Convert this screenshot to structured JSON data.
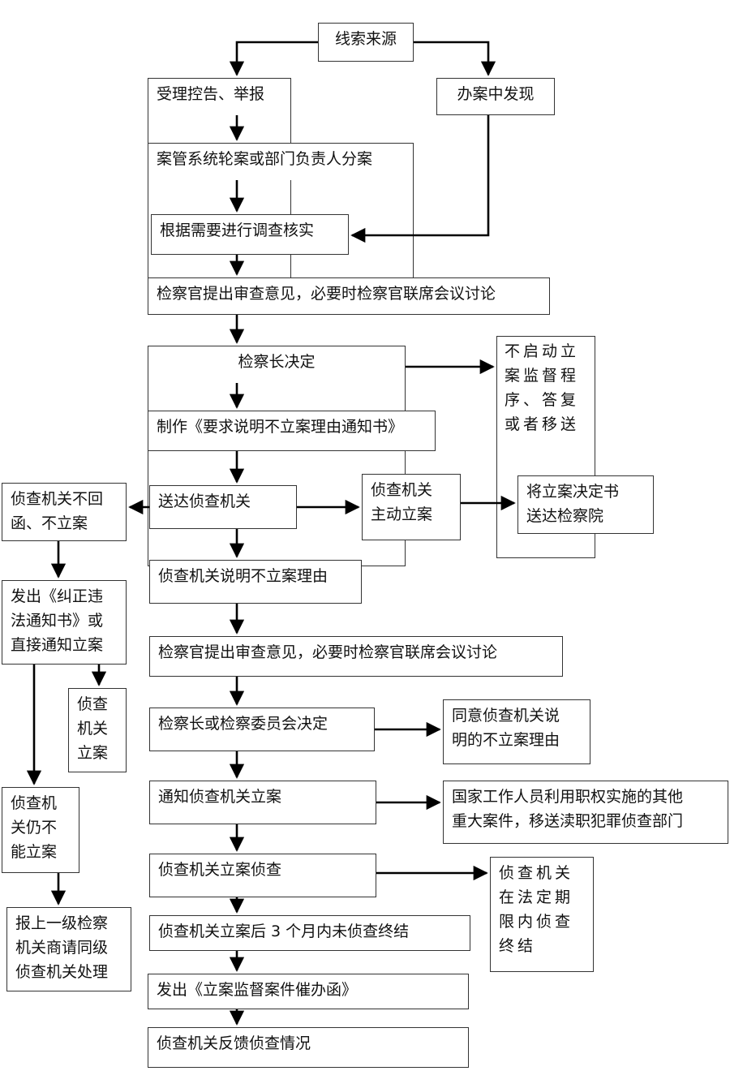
{
  "nodes": {
    "source": "线索来源",
    "accept_report": "受理控告、举报",
    "found_in_case": "办案中发现",
    "assign_case": "案管系统轮案或部门负责人分案",
    "investigate_verify": "根据需要进行调查核实",
    "prosecutor_opinion_1": "检察官提出审查意见，必要时检察官联席会议讨论",
    "chief_decides": "检察长决定",
    "no_supervision": "不启动立\n案监督程\n序、答复\n或者移送",
    "make_notice": "制作《要求说明不立案理由通知书》",
    "deliver_police": "送达侦查机关",
    "police_file_active": "侦查机关\n主动立案",
    "send_decision": "将立案决定书\n送达检察院",
    "police_no_reply": "侦查机关不回\n函、不立案",
    "police_explain": "侦查机关说明不立案理由",
    "issue_correction": "发出《纠正违\n法通知书》或\n直接通知立案",
    "police_file_case": "侦查\n机关\n立案",
    "prosecutor_opinion_2": "检察官提出审查意见，必要时检察官联席会议讨论",
    "chief_or_committee": "检察长或检察委员会决定",
    "agree_reason": "同意侦查机关说\n明的不立案理由",
    "police_still_no": "侦查机\n关仍不\n能立案",
    "notify_file": "通知侦查机关立案",
    "state_staff": "国家工作人员利用职权实施的其他\n重大案件，移送渎职犯罪侦查部门",
    "report_superior": "报上一级检察\n机关商请同级\n侦查机关处理",
    "police_investigate": "侦查机关立案侦查",
    "police_conclude": "侦查机关\n在法定期\n限内侦查\n终结",
    "three_months": "侦查机关立案后 3 个月内未侦查终结",
    "urge_letter": "发出《立案监督案件催办函》",
    "feedback": "侦查机关反馈侦查情况"
  }
}
